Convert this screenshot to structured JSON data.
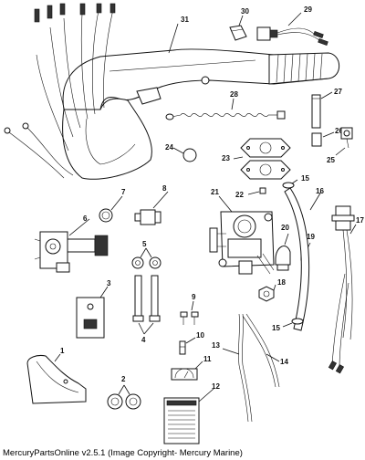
{
  "footer": {
    "text": "MercuryPartsOnline v2.5.1 (Image Copyright- Mercury Marine)"
  },
  "callouts": {
    "c1": "1",
    "c2": "2",
    "c3": "3",
    "c4": "4",
    "c5": "5",
    "c6": "6",
    "c7": "7",
    "c8": "8",
    "c9": "9",
    "c10": "10",
    "c11": "11",
    "c12": "12",
    "c13": "13",
    "c14": "14",
    "c15a": "15",
    "c15b": "15",
    "c16": "16",
    "c17": "17",
    "c18": "18",
    "c19": "19",
    "c20": "20",
    "c21": "21",
    "c22": "22",
    "c23": "23",
    "c24": "24",
    "c25": "25",
    "c26": "26",
    "c27": "27",
    "c28": "28",
    "c29": "29",
    "c30": "30",
    "c31": "31"
  }
}
